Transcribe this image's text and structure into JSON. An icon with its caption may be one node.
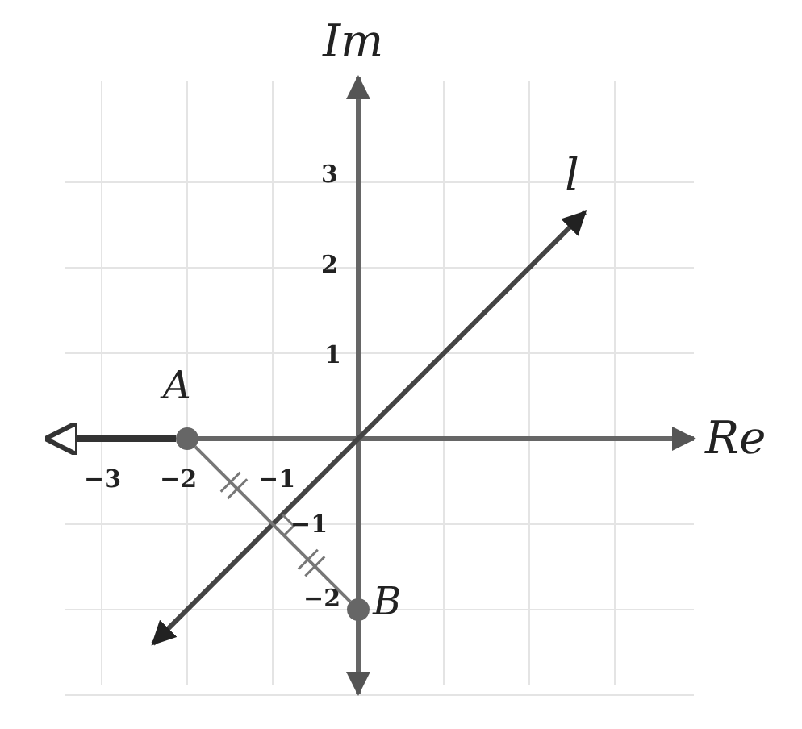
{
  "diagram": {
    "nodes": [
      {
        "text": [
          "A"
        ]
      },
      {
        "text": [
          "B"
        ]
      }
    ],
    "edges": [
      {
        "from": 0,
        "to": 1,
        "arrow": "none"
      },
      {
        "from": 0,
        "to": null,
        "arrow": "to",
        "style": "thick",
        "color": "#333333"
      }
    ],
    "labels": [
      "Im",
      "3",
      "l",
      "2",
      "1",
      "Re",
      "−3",
      "−2",
      "−1",
      "−1",
      "−2"
    ]
  }
}
